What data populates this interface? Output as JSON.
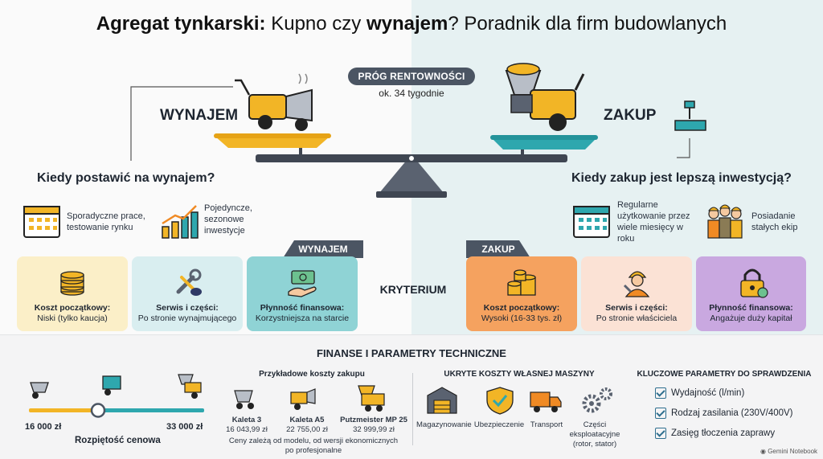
{
  "title": {
    "part1": "Agregat tynkarski:",
    "part2": " Kupno czy ",
    "part3": "wynajem",
    "part4": "? Poradnik dla firm budowlanych"
  },
  "breakeven": {
    "label": "PRÓG RENTOWNOŚCI",
    "value": "ok. 34 tygodnie"
  },
  "rent": {
    "side_label": "WYNAJEM",
    "heading": "Kiedy postawić na wynajem?",
    "reason1": "Sporadyczne prace, testowanie rynku",
    "reason2": "Pojedyncze, sezonowe inwestycje",
    "tab": "WYNAJEM",
    "cards": [
      {
        "title": "Koszt początkowy:",
        "text": "Niski (tylko kaucja)",
        "color": "#fbefc8"
      },
      {
        "title": "Serwis i części:",
        "text": "Po stronie wynajmującego",
        "color": "#d9eef0"
      },
      {
        "title": "Płynność finansowa:",
        "text": "Korzystniejsza na starcie",
        "color": "#8fd3d5"
      }
    ]
  },
  "buy": {
    "side_label": "ZAKUP",
    "heading": "Kiedy zakup jest lepszą inwestycją?",
    "reason1": "Regularne użytkowanie przez wiele miesięcy w roku",
    "reason2": "Posiadanie stałych ekip",
    "tab": "ZAKUP",
    "cards": [
      {
        "title": "Koszt początkowy:",
        "text": "Wysoki (16-33 tys. zł)",
        "color": "#f5a25f"
      },
      {
        "title": "Serwis i części:",
        "text": "Po stronie właściciela",
        "color": "#fbe2d5"
      },
      {
        "title": "Płynność finansowa:",
        "text": "Angażuje duży kapitał",
        "color": "#c9a8e0"
      }
    ]
  },
  "criterion": "KRYTERIUM",
  "finance": {
    "title": "FINANSE I PARAMETRY TECHNICZNE",
    "range": {
      "min": "16 000 zł",
      "max": "33 000 zł",
      "label": "Rozpiętość cenowa"
    },
    "examples": {
      "title": "Przykładowe koszty zakupu",
      "items": [
        {
          "name": "Kaleta 3",
          "price": "16 043,99 zł"
        },
        {
          "name": "Kaleta A5",
          "price": "22 755,00 zł"
        },
        {
          "name": "Putzmeister MP 25",
          "price": "32 999,99 zł"
        }
      ],
      "note": "Ceny zależą od modelu, od wersji ekonomicznych po profesjonalne"
    },
    "hidden": {
      "title": "UKRYTE KOSZTY WŁASNEJ MASZYNY",
      "items": [
        "Magazynowanie",
        "Ubezpieczenie",
        "Transport",
        "Części eksploatacyjne (rotor, stator)"
      ]
    },
    "params": {
      "title": "KLUCZOWE PARAMETRY DO SPRAWDZENIA",
      "items": [
        "Wydajność (l/min)",
        "Rodzaj zasilania (230V/400V)",
        "Zasięg tłoczenia zaprawy"
      ]
    }
  },
  "badge": "Gemini Notebook",
  "colors": {
    "dark": "#4b5563",
    "teal": "#2ea7ae",
    "orange": "#f08a24",
    "gold": "#f2b526"
  }
}
